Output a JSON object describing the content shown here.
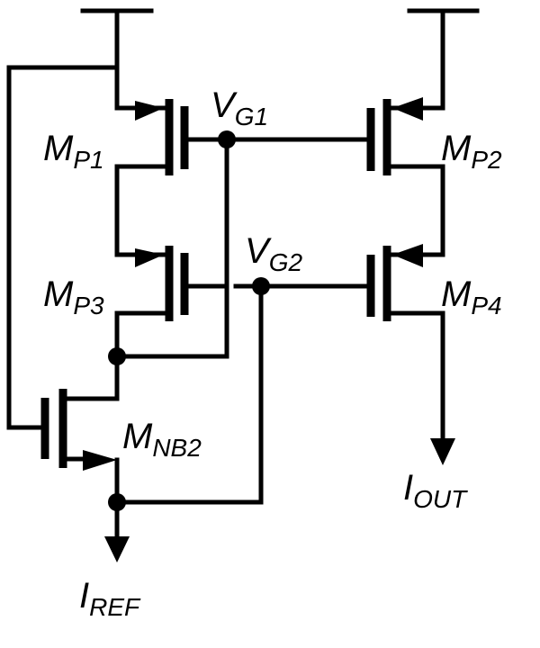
{
  "diagram": {
    "transistors": [
      {
        "id": "mp1",
        "main": "M",
        "sub": "P1"
      },
      {
        "id": "mp2",
        "main": "M",
        "sub": "P2"
      },
      {
        "id": "mp3",
        "main": "M",
        "sub": "P3"
      },
      {
        "id": "mp4",
        "main": "M",
        "sub": "P4"
      },
      {
        "id": "mnb2",
        "main": "M",
        "sub": "NB2"
      }
    ],
    "nodes": [
      {
        "id": "vg1",
        "main": "V",
        "sub": "G1"
      },
      {
        "id": "vg2",
        "main": "V",
        "sub": "G2"
      }
    ],
    "currents": [
      {
        "id": "iref",
        "main": "I",
        "sub": "REF"
      },
      {
        "id": "iout",
        "main": "I",
        "sub": "OUT"
      }
    ]
  }
}
